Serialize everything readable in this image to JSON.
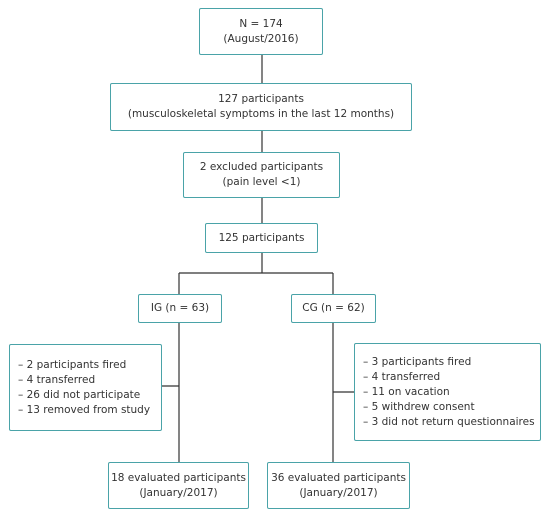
{
  "flowchart": {
    "start": {
      "line1": "N = 174",
      "line2": "(August/2016)"
    },
    "symptoms": {
      "line1": "127 participants",
      "line2": "(musculoskeletal symptoms in the last 12 months)"
    },
    "excluded": {
      "line1": "2 excluded participants",
      "line2": "(pain level <1)"
    },
    "remaining": {
      "line1": "125 participants"
    },
    "ig": {
      "label": "IG (n = 63)"
    },
    "cg": {
      "label": "CG (n = 62)"
    },
    "ig_losses": [
      "2 participants fired",
      "4 transferred",
      "26 did not participate",
      "13 removed from study"
    ],
    "cg_losses": [
      "3 participants fired",
      "4 transferred",
      "11 on vacation",
      "5 withdrew consent",
      "3 did not return questionnaires"
    ],
    "ig_final": {
      "line1": "18 evaluated participants",
      "line2": "(January/2017)"
    },
    "cg_final": {
      "line1": "36 evaluated participants",
      "line2": "(January/2017)"
    }
  },
  "colors": {
    "border": "#4aa3a8",
    "connector": "#333333",
    "text": "#333333"
  }
}
